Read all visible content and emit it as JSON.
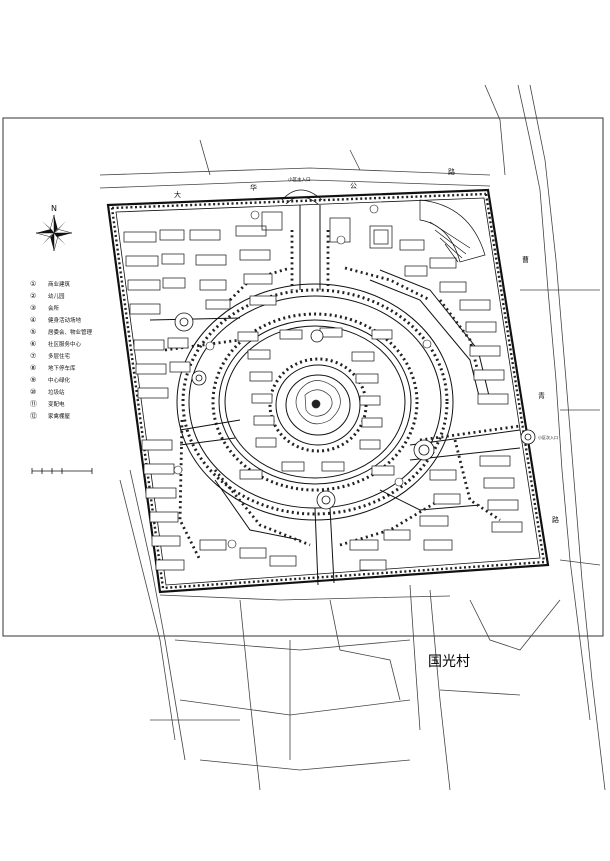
{
  "north_arrow": {
    "label": "N"
  },
  "legend": {
    "items": [
      {
        "num": "①",
        "text": "商业建筑"
      },
      {
        "num": "②",
        "text": "幼儿园"
      },
      {
        "num": "③",
        "text": "会所"
      },
      {
        "num": "④",
        "text": "健身活动场地"
      },
      {
        "num": "⑤",
        "text": "居委会、物业管理"
      },
      {
        "num": "⑥",
        "text": "社区服务中心"
      },
      {
        "num": "⑦",
        "text": "多层住宅"
      },
      {
        "num": "⑧",
        "text": "地下停车库"
      },
      {
        "num": "⑨",
        "text": "中心绿化"
      },
      {
        "num": "⑩",
        "text": "垃圾站"
      },
      {
        "num": "⑪",
        "text": "变配电"
      },
      {
        "num": "⑫",
        "text": "家禽棚屋"
      }
    ]
  },
  "roads": {
    "north_chars": [
      "大",
      "华",
      "公",
      "路"
    ],
    "east_chars": [
      "曹",
      "青",
      "路"
    ]
  },
  "site_labels": {
    "north_entrance": "小区主入口",
    "east_entrance": "小区次入口",
    "village": "国光村"
  }
}
